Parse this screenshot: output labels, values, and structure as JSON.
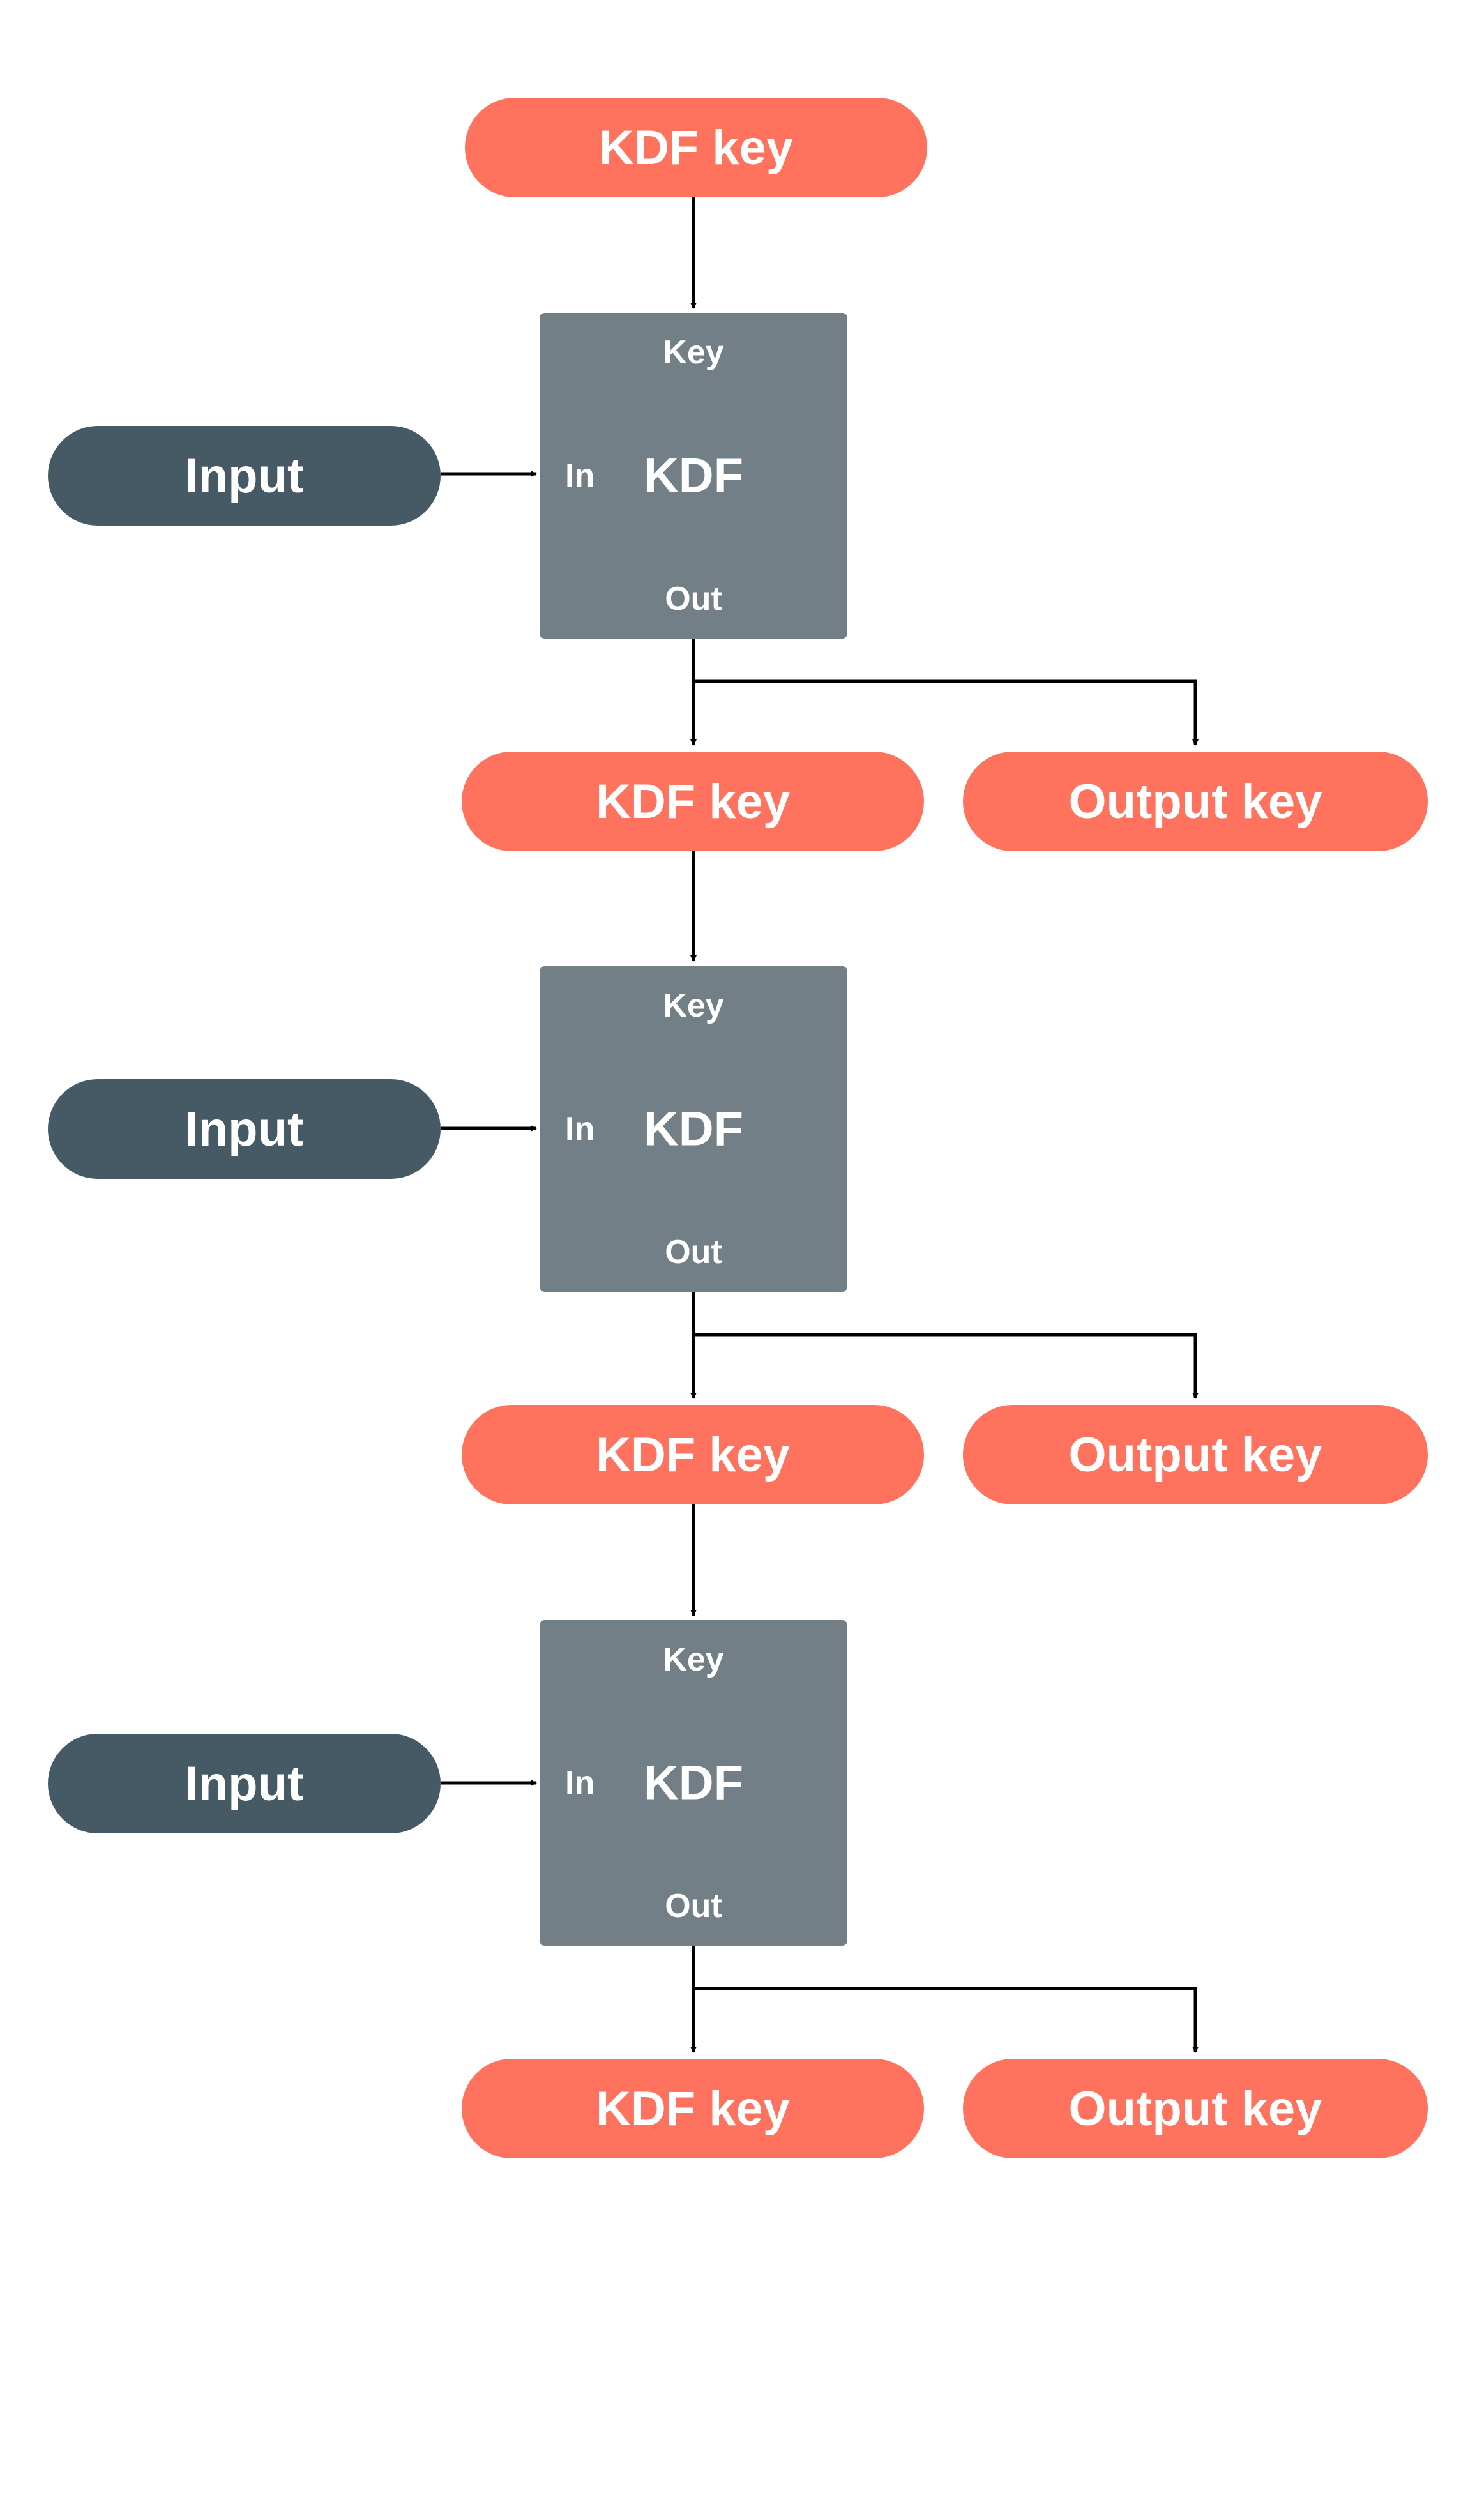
{
  "colors": {
    "key_pill": "#FF735E",
    "input_pill": "#455A64",
    "kdf_box": "#737F87",
    "arrow": "#000000"
  },
  "initial_key": "KDF key",
  "stages": [
    {
      "input": "Input",
      "kdf": {
        "key_label": "Key",
        "in_label": "In",
        "title": "KDF",
        "out_label": "Out"
      },
      "next_key": "KDF key",
      "output_key": "Output key"
    },
    {
      "input": "Input",
      "kdf": {
        "key_label": "Key",
        "in_label": "In",
        "title": "KDF",
        "out_label": "Out"
      },
      "next_key": "KDF key",
      "output_key": "Output key"
    },
    {
      "input": "Input",
      "kdf": {
        "key_label": "Key",
        "in_label": "In",
        "title": "KDF",
        "out_label": "Out"
      },
      "next_key": "KDF key",
      "output_key": "Output key"
    }
  ]
}
